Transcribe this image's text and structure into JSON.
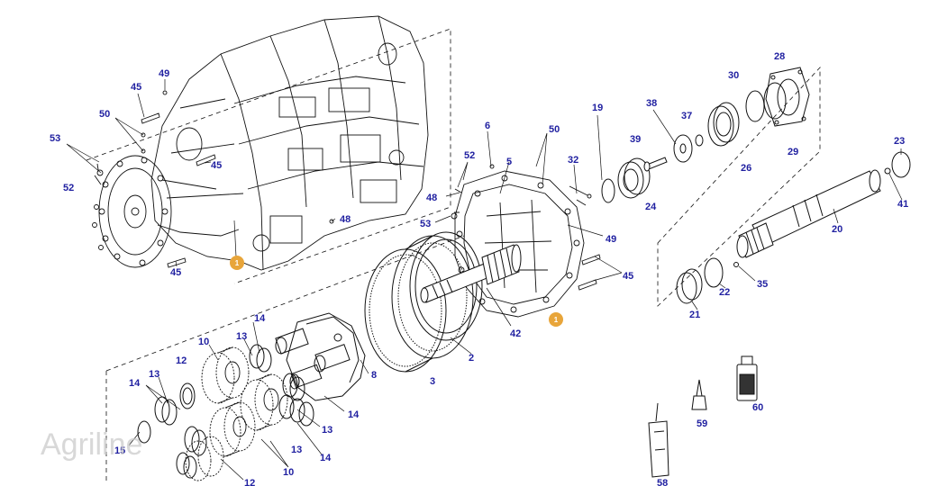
{
  "colors": {
    "label": "#1f1fa0",
    "line": "#111111",
    "badge": "#e8a53a",
    "watermark": "#c8c8c8",
    "bubble": "#e6e6e6"
  },
  "labels": {
    "p1": "1",
    "p2": "2",
    "p3": "3",
    "p5": "5",
    "p6": "6",
    "p8": "8",
    "p10": "10",
    "p12": "12",
    "p13": "13",
    "p14": "14",
    "p15": "15",
    "p19": "19",
    "p20": "20",
    "p21": "21",
    "p22": "22",
    "p23": "23",
    "p24": "24",
    "p26": "26",
    "p28": "28",
    "p29": "29",
    "p30": "30",
    "p32": "32",
    "p35": "35",
    "p37": "37",
    "p38": "38",
    "p39": "39",
    "p41": "41",
    "p42": "42",
    "p45": "45",
    "p48": "48",
    "p49": "49",
    "p50": "50",
    "p52": "52",
    "p53": "53",
    "p58": "58",
    "p59": "59",
    "p60": "60"
  },
  "watermark": "Agriline"
}
